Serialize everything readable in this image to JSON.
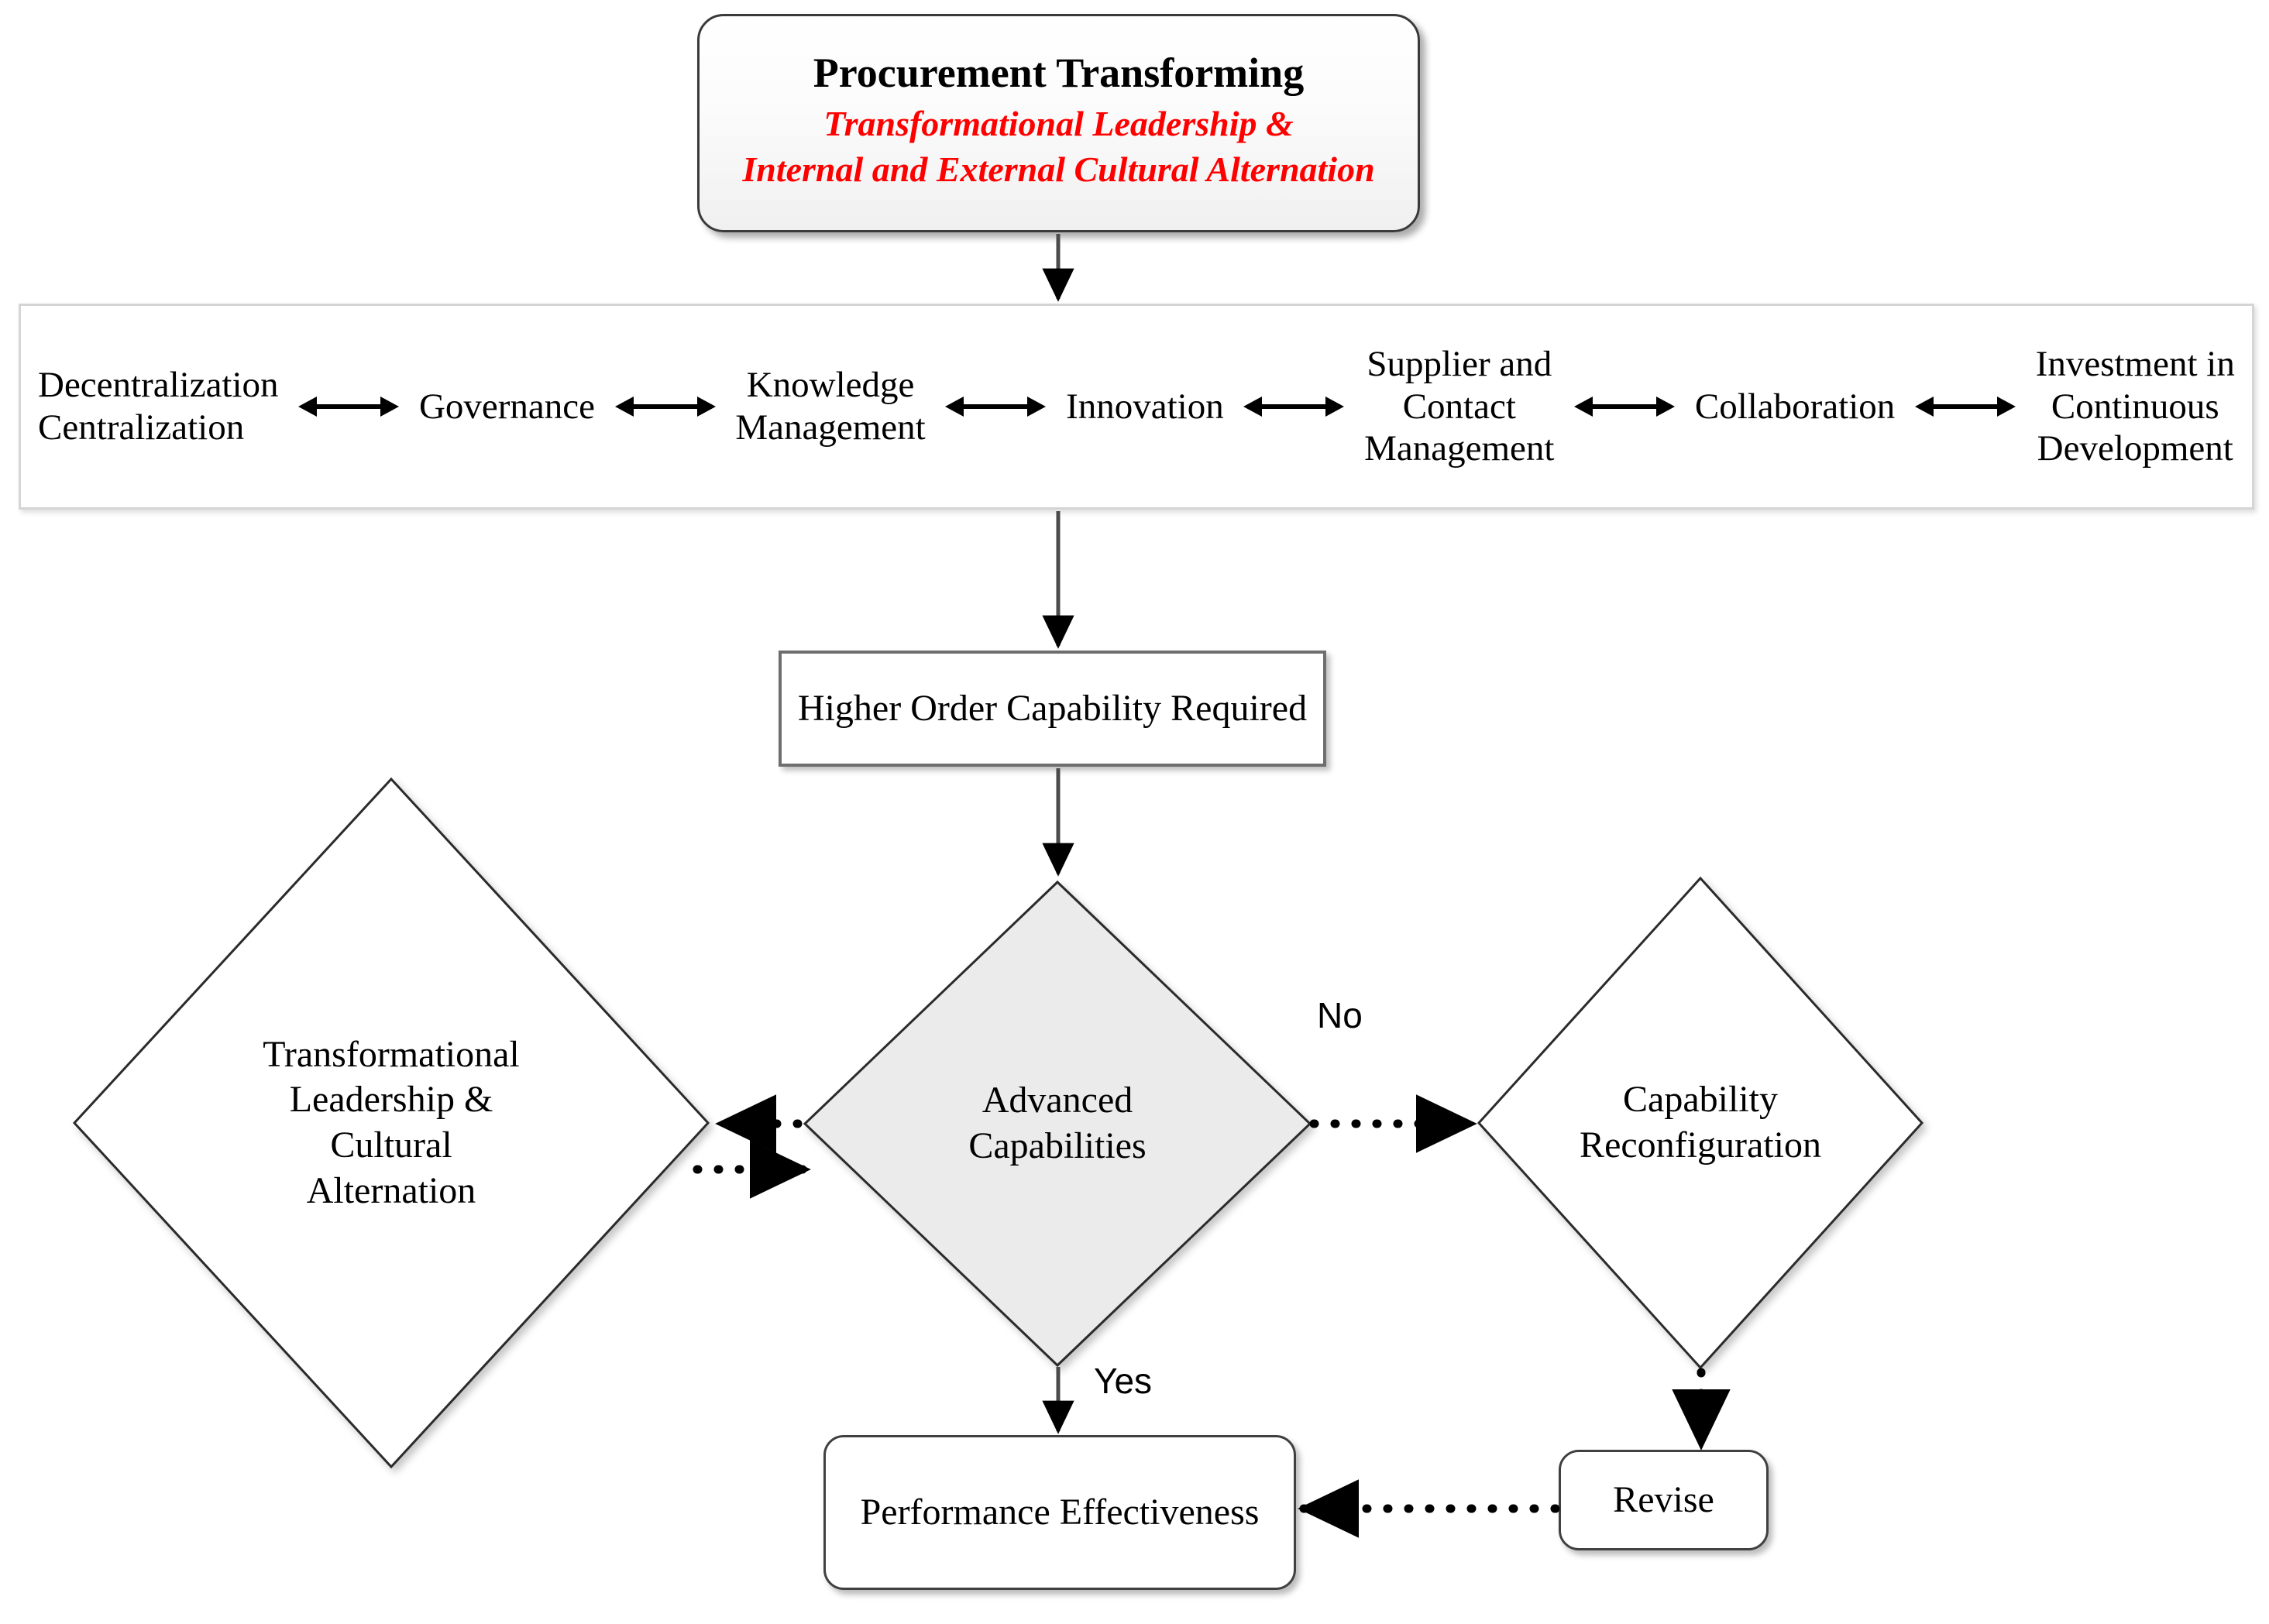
{
  "diagram": {
    "title_card": {
      "heading": "Procurement Transforming",
      "subtitle_line1": "Transformational Leadership &",
      "subtitle_line2": "Internal and External Cultural Alternation",
      "heading_color": "#000000",
      "subtitle_color": "#ff0000"
    },
    "capability_band": {
      "items": [
        {
          "id": "decentralization-centralization",
          "label": "Decentralization\nCentralization"
        },
        {
          "id": "governance",
          "label": "Governance"
        },
        {
          "id": "knowledge-management",
          "label": "Knowledge\nManagement"
        },
        {
          "id": "innovation",
          "label": "Innovation"
        },
        {
          "id": "supplier-and-contact-management",
          "label": "Supplier and\nContact\nManagement"
        },
        {
          "id": "collaboration",
          "label": "Collaboration"
        },
        {
          "id": "investment-in-continuous-development",
          "label": "Investment in\nContinuous\nDevelopment"
        }
      ],
      "connector_type": "double-headed-arrow",
      "connector_count": 6
    },
    "nodes": {
      "higher_order": {
        "label": "Higher Order Capability Required",
        "shape": "rectangle"
      },
      "transformational": {
        "label": "Transformational\nLeadership &\nCultural\nAlternation",
        "shape": "diamond",
        "fill": "#ffffff"
      },
      "advanced": {
        "label": "Advanced\nCapabilities",
        "shape": "diamond",
        "fill": "#ebebeb"
      },
      "reconfiguration": {
        "label": "Capability\nReconfiguration",
        "shape": "diamond",
        "fill": "#ffffff"
      },
      "performance": {
        "label": "Performance Effectiveness",
        "shape": "rounded-rectangle"
      },
      "revise": {
        "label": "Revise",
        "shape": "rounded-rectangle"
      }
    },
    "branch_labels": {
      "yes": "Yes",
      "no": "No"
    },
    "edges": [
      {
        "from": "title_card",
        "to": "capability_band",
        "style": "solid",
        "arrow": "single"
      },
      {
        "from": "capability_band",
        "to": "higher_order",
        "style": "solid",
        "arrow": "single"
      },
      {
        "from": "higher_order",
        "to": "advanced",
        "style": "solid",
        "arrow": "single"
      },
      {
        "from": "advanced",
        "to": "transformational",
        "style": "dotted",
        "arrow": "single",
        "direction": "left"
      },
      {
        "from": "transformational",
        "to": "advanced",
        "style": "dotted",
        "arrow": "single",
        "direction": "right"
      },
      {
        "from": "advanced",
        "to": "reconfiguration",
        "style": "dotted",
        "arrow": "single",
        "label": "No"
      },
      {
        "from": "advanced",
        "to": "performance",
        "style": "solid",
        "arrow": "single",
        "label": "Yes"
      },
      {
        "from": "reconfiguration",
        "to": "revise",
        "style": "dotted",
        "arrow": "single"
      },
      {
        "from": "revise",
        "to": "performance",
        "style": "dotted",
        "arrow": "single"
      }
    ]
  }
}
